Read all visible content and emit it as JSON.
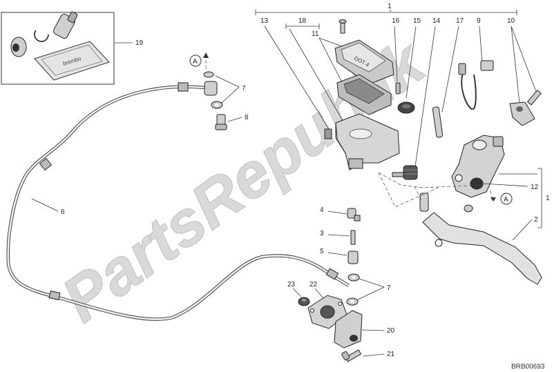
{
  "diagram_code": "BRB00693",
  "watermark": "PartsRepublik",
  "kit_card_text": "brembo",
  "reservoir_cap_text": "DOT 4",
  "callouts": {
    "c1_top": "1",
    "c1_side": "1",
    "c2": "2",
    "c3": "3",
    "c4": "4",
    "c5": "5",
    "c6": "6",
    "c7_top": "7",
    "c7_bottom": "7",
    "c8": "8",
    "c9": "9",
    "c10": "10",
    "c11": "11",
    "c12": "12",
    "c13": "13",
    "c14": "14",
    "c15": "15",
    "c16": "16",
    "c17": "17",
    "c18": "18",
    "c19": "19",
    "c20": "20",
    "c21": "21",
    "c22": "22",
    "c23": "23"
  },
  "reference_markers": {
    "a_top": "A",
    "a_lever": "A"
  }
}
